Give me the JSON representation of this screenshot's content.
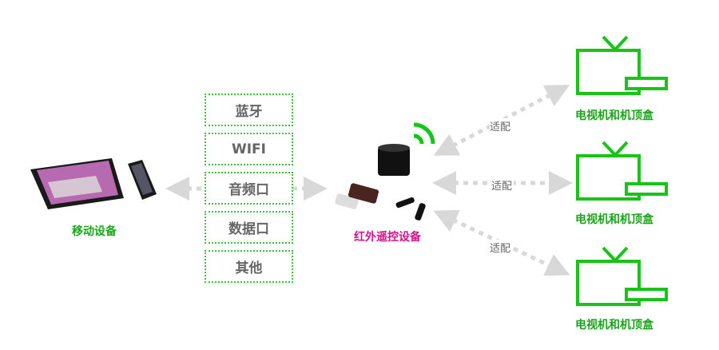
{
  "mobile": {
    "label": "移动设备"
  },
  "channels": [
    "蓝牙",
    "WIFI",
    "音频口",
    "数据口",
    "其他"
  ],
  "ir_device": {
    "label": "红外遥控设备"
  },
  "links": [
    "适配",
    "适配",
    "适配"
  ],
  "tvs": [
    "电视机和机顶盒",
    "电视机和机顶盒",
    "电视机和机顶盒"
  ],
  "colors": {
    "green": "#18c418",
    "pink": "#d4148a",
    "arrow": "#d8d8d8",
    "box_border": "#3cc43c"
  }
}
